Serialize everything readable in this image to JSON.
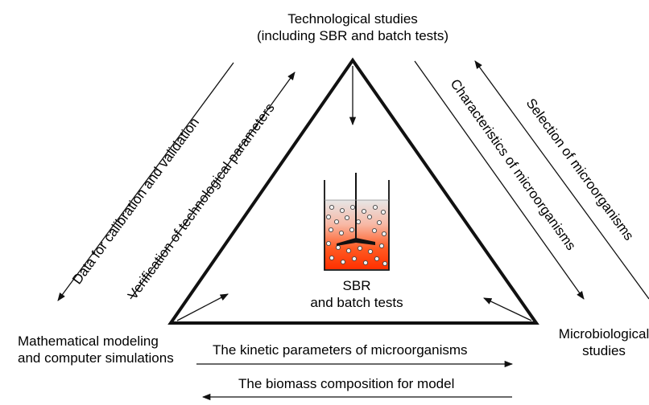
{
  "nodes": {
    "top": {
      "line1": "Technological studies",
      "line2": "(including SBR and batch tests)"
    },
    "left": {
      "line1": "Mathematical modeling",
      "line2": "and computer simulations"
    },
    "right": {
      "line1": "Microbiological",
      "line2": "studies"
    },
    "center": {
      "line1": "SBR",
      "line2": "and batch tests"
    }
  },
  "edges": {
    "left_outer": "Data for calibration and validation",
    "left_inner": "Verification of technological parameters",
    "right_inner": "Characteristics of microorganisms",
    "right_outer": "Selection of microorganisms",
    "bottom_upper": "The kinetic parameters of microorganisms",
    "bottom_lower": "The biomass composition for model"
  },
  "colors": {
    "line": "#111111",
    "liquid_top": "#e8e8e8",
    "liquid_bottom": "#ff3a00",
    "bubble": "#f2f2f2"
  }
}
